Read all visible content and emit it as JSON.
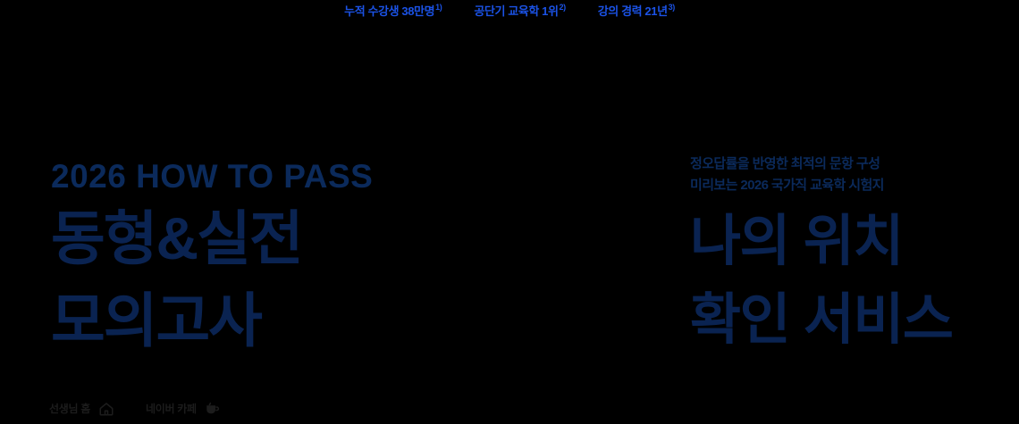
{
  "theme": {
    "background": "#000000",
    "navy": "#0a2351",
    "navy_soft": "#0b2a5b",
    "accent_blue": "#1b52e5",
    "link_text": "#1c1c1c"
  },
  "badges": [
    {
      "text": "누적 수강생 38만명",
      "footnote": "1)"
    },
    {
      "text": "공단기 교육학 1위",
      "footnote": "2)"
    },
    {
      "text": "강의 경력 21년",
      "footnote": "3)"
    }
  ],
  "hero_left": {
    "eyebrow": "2026 HOW TO PASS",
    "line1": "동형&실전",
    "line2": "모의고사"
  },
  "links": [
    {
      "label": "선생님 홈",
      "icon": "home-icon"
    },
    {
      "label": "네이버 카페",
      "icon": "coffee-cup-icon"
    }
  ],
  "hero_right": {
    "sub1": "정오답률을 반영한 최적의 문항 구성",
    "sub2": "미리보는 2026 국가직 교육학 시험지",
    "line1": "나의 위치",
    "line2": "확인 서비스"
  }
}
